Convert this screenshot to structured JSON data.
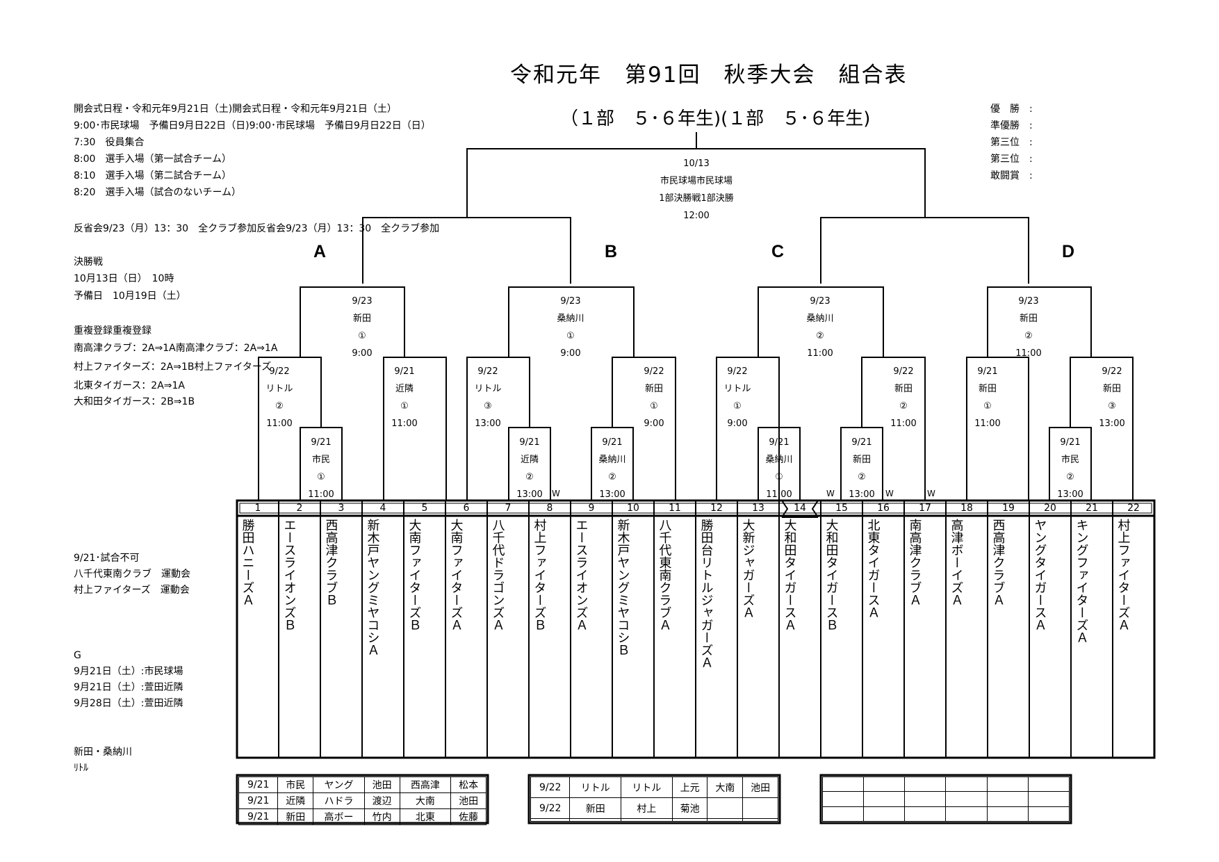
{
  "header": {
    "title": "令和元年　第91回　秋季大会　組合表",
    "subtitle": "（１部　５･６年生)(１部　５･６年生)"
  },
  "info_lines": [
    "開会式日程・令和元年9月21日（土)開会式日程・令和元年9月21日（土）",
    "9:00･市民球場　予備日9月日22日（日)9:00･市民球場　予備日9月日22日（日）",
    "7:30　役員集合",
    "8:00　選手入場（第一試合チーム）",
    "8:10　選手入場（第二試合チーム）",
    "8:20　選手入場（試合のないチーム）",
    "反省会9/23（月）13：30　全クラブ参加反省会9/23（月）13：30　全クラブ参加",
    "決勝戦",
    "10月13日（日）　10時",
    "予備日　10月19日（土）",
    "重複登録重複登録",
    "南高津クラブ：2A⇒1A南高津クラブ：2A⇒1A",
    "村上ファイターズ：2A⇒1B村上ファイターズ",
    "北東タイガース：2A⇒1A",
    "大和田タイガース：2B⇒1B",
    "9/21･試合不可",
    "八千代東南クラブ　運動会",
    "村上ファイターズ　運動会",
    "G",
    "9月21日（土）:市民球場",
    "9月21日（土）:萱田近隣",
    "9月28日（土）:萱田近隣",
    "新田・桑納川",
    "ﾘﾄﾙ"
  ],
  "awards": [
    "優　勝　:",
    "準優勝　:",
    "第三位　:",
    "第三位　:",
    "敢闘賞　:"
  ],
  "regions": [
    "A",
    "B",
    "C",
    "D"
  ],
  "final": {
    "date": "10/13",
    "venue": "市民球場市民球場",
    "name": "1部決勝戦1部決勝",
    "time": "12:00"
  },
  "matches": [
    {
      "id": "a_semi",
      "date": "9/23",
      "venue": "新田",
      "num": "①",
      "time": "9:00"
    },
    {
      "id": "b_semi",
      "date": "9/23",
      "venue": "桑納川",
      "num": "①",
      "time": "9:00"
    },
    {
      "id": "c_semi",
      "date": "9/23",
      "venue": "桑納川",
      "num": "②",
      "time": "11:00"
    },
    {
      "id": "d_semi",
      "date": "9/23",
      "venue": "新田",
      "num": "②",
      "time": "11:00"
    },
    {
      "id": "r2_1",
      "date": "9/22",
      "venue": "リトル",
      "num": "②",
      "time": "11:00"
    },
    {
      "id": "r2_2",
      "date": "9/21",
      "venue": "近隣",
      "num": "①",
      "time": "11:00"
    },
    {
      "id": "r2_3",
      "date": "9/22",
      "venue": "リトル",
      "num": "③",
      "time": "13:00"
    },
    {
      "id": "r2_4",
      "date": "9/22",
      "venue": "新田",
      "num": "①",
      "time": "9:00"
    },
    {
      "id": "r2_5",
      "date": "9/22",
      "venue": "リトル",
      "num": "①",
      "time": "9:00"
    },
    {
      "id": "r2_6",
      "date": "9/22",
      "venue": "新田",
      "num": "②",
      "time": "11:00"
    },
    {
      "id": "r2_7",
      "date": "9/21",
      "venue": "新田",
      "num": "①",
      "time": "11:00"
    },
    {
      "id": "r2_8",
      "date": "9/22",
      "venue": "新田",
      "num": "③",
      "time": "13:00"
    },
    {
      "id": "r1_1",
      "date": "9/21",
      "venue": "市民",
      "num": "①",
      "time": "11:00"
    },
    {
      "id": "r1_2",
      "date": "9/21",
      "venue": "近隣",
      "num": "②",
      "time": "13:00"
    },
    {
      "id": "r1_3",
      "date": "9/21",
      "venue": "桑納川",
      "num": "②",
      "time": "13:00"
    },
    {
      "id": "r1_4",
      "date": "9/21",
      "venue": "桑納川",
      "num": "①",
      "time": "11:00"
    },
    {
      "id": "r1_5",
      "date": "9/21",
      "venue": "新田",
      "num": "②",
      "time": "13:00"
    },
    {
      "id": "r1_6",
      "date": "9/21",
      "venue": "市民",
      "num": "②",
      "time": "13:00"
    }
  ],
  "w_marks": [
    "W",
    "W",
    "W",
    "W"
  ],
  "teams": [
    {
      "num": "1",
      "name": "勝田ハニーズＡ"
    },
    {
      "num": "2",
      "name": "エースライオンズＢ"
    },
    {
      "num": "3",
      "name": "西高津クラブＢ"
    },
    {
      "num": "4",
      "name": "新木戸ヤングミヤコシＡ"
    },
    {
      "num": "5",
      "name": "大南ファイターズＢ"
    },
    {
      "num": "6",
      "name": "大南ファイターズＡ"
    },
    {
      "num": "7",
      "name": "八千代ドラゴンズＡ"
    },
    {
      "num": "8",
      "name": "村上ファイターズＢ"
    },
    {
      "num": "9",
      "name": "エースライオンズＡ"
    },
    {
      "num": "10",
      "name": "新木戸ヤングミヤコシＢ"
    },
    {
      "num": "11",
      "name": "八千代東南クラブＡ"
    },
    {
      "num": "12",
      "name": "勝田台リトルジャガーズＡ"
    },
    {
      "num": "13",
      "name": "大新ジャガーズＡ"
    },
    {
      "num": "14",
      "name": "大和田タイガースＡ"
    },
    {
      "num": "15",
      "name": "大和田タイガースＢ"
    },
    {
      "num": "16",
      "name": "北東タイガースＡ"
    },
    {
      "num": "17",
      "name": "南高津クラブＡ"
    },
    {
      "num": "18",
      "name": "高津ボーイズＡ"
    },
    {
      "num": "19",
      "name": "西高津クラブＡ"
    },
    {
      "num": "20",
      "name": "ヤングタイガースＡ"
    },
    {
      "num": "21",
      "name": "キングファイターズＡ"
    },
    {
      "num": "22",
      "name": "村上ファイターズＡ"
    }
  ],
  "referee_tables": [
    [
      [
        "9/21",
        "市民",
        "ヤング",
        "池田",
        "西高津",
        "松本"
      ],
      [
        "9/21",
        "近隣",
        "ハドラ",
        "渡辺",
        "大南",
        "池田"
      ],
      [
        "9/21",
        "新田",
        "高ボー",
        "竹内",
        "北東",
        "佐藤"
      ]
    ],
    [
      [
        "9/22",
        "リトル",
        "リトル",
        "上元",
        "大南",
        "池田"
      ],
      [
        "9/22",
        "新田",
        "村上",
        "菊池",
        "",
        ""
      ],
      [
        "",
        "",
        "",
        "",
        "",
        ""
      ]
    ],
    [
      [
        "",
        "",
        "",
        "",
        "",
        ""
      ],
      [
        "",
        "",
        "",
        "",
        "",
        ""
      ],
      [
        "",
        "",
        "",
        "",
        "",
        ""
      ]
    ]
  ]
}
